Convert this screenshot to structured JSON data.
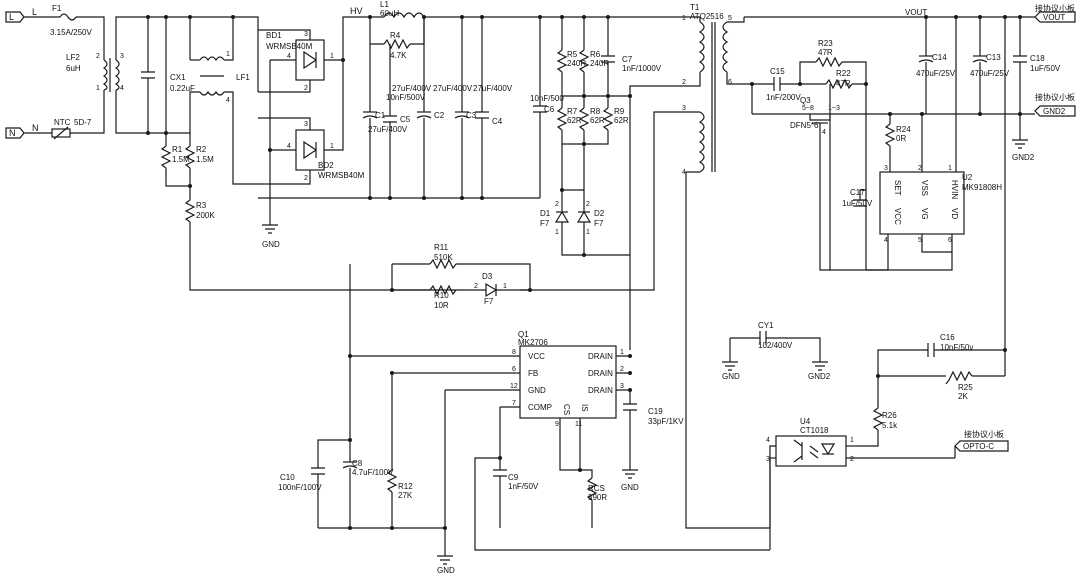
{
  "ports": {
    "l": "L",
    "n": "N",
    "vout": "VOUT",
    "gnd2": "GND2",
    "opto": "OPTO-C",
    "sub_board": "接协议小板"
  },
  "nets": {
    "L": "L",
    "N": "N",
    "HV": "HV",
    "VOUT": "VOUT",
    "GND": "GND",
    "GND2": "GND2"
  },
  "comp": {
    "F1": {
      "ref": "F1",
      "val": "3.15A/250V"
    },
    "LF2": {
      "ref": "LF2",
      "val": "6uH"
    },
    "NTC": {
      "ref": "NTC",
      "val": "5D-7"
    },
    "CX1": {
      "ref": "CX1",
      "val": "0.22uF"
    },
    "LF1": {
      "ref": "LF1"
    },
    "R1": {
      "ref": "R1",
      "val": "1.5M"
    },
    "R2": {
      "ref": "R2",
      "val": "1.5M"
    },
    "R3": {
      "ref": "R3",
      "val": "200K"
    },
    "BD1": {
      "ref": "BD1",
      "val": "WRMSB40M"
    },
    "BD2": {
      "ref": "BD2",
      "val": "WRMSB40M"
    },
    "L1": {
      "ref": "L1",
      "val": "60uH"
    },
    "R4": {
      "ref": "R4",
      "val": "4.7K"
    },
    "C1": {
      "ref": "C1",
      "val": "27uF/400V"
    },
    "C5": {
      "ref": "C5",
      "val": "10nF/500V"
    },
    "C5b": {
      "val": "27uF/400V"
    },
    "C2": {
      "ref": "C2",
      "val": "27uF/400V"
    },
    "C3": {
      "ref": "C3"
    },
    "C4": {
      "ref": "C4",
      "val": "27uF/400V"
    },
    "C6": {
      "ref": "C6",
      "val": "10nF/500"
    },
    "R5": {
      "ref": "R5",
      "val": "240R"
    },
    "R6": {
      "ref": "R6",
      "val": "240R"
    },
    "C7": {
      "ref": "C7",
      "val": "1nF/1000V"
    },
    "R7": {
      "ref": "R7",
      "val": "62R"
    },
    "R8": {
      "ref": "R8",
      "val": "62R"
    },
    "R9": {
      "ref": "R9",
      "val": "62R"
    },
    "D1": {
      "ref": "D1",
      "val": "F7"
    },
    "D2": {
      "ref": "D2",
      "val": "F7"
    },
    "T1": {
      "ref": "T1",
      "val": "ATQ2516"
    },
    "C15": {
      "ref": "C15",
      "val": "1nF/200V"
    },
    "R23": {
      "ref": "R23",
      "val": "47R"
    },
    "R22": {
      "ref": "R22",
      "val": "47R"
    },
    "Q3": {
      "ref": "Q3",
      "val": "DFN5*6"
    },
    "R24": {
      "ref": "R24",
      "val": "0R"
    },
    "C17": {
      "ref": "C17",
      "val": "1uF/50V"
    },
    "U2": {
      "ref": "U2",
      "val": "MK91808H"
    },
    "C14": {
      "ref": "C14",
      "val": "470uF/25V"
    },
    "C13": {
      "ref": "C13",
      "val": "470uF/25V"
    },
    "C18": {
      "ref": "C18",
      "val": "1uF/50V"
    },
    "R11": {
      "ref": "R11",
      "val": "510K"
    },
    "R10": {
      "ref": "R10",
      "val": "10R"
    },
    "D3": {
      "ref": "D3",
      "val": "F7"
    },
    "Q1": {
      "ref": "Q1",
      "val": "MK2706"
    },
    "C19": {
      "ref": "C19",
      "val": "33pF/1KV"
    },
    "C10": {
      "ref": "C10",
      "val": "100nF/100V"
    },
    "C8": {
      "ref": "C8",
      "val": "4.7uF/100V"
    },
    "R12": {
      "ref": "R12",
      "val": "27K"
    },
    "C9": {
      "ref": "C9",
      "val": "1nF/50V"
    },
    "RCS": {
      "ref": "RCS",
      "val": "390R"
    },
    "CY1": {
      "ref": "CY1",
      "val": "102/400V"
    },
    "C16": {
      "ref": "C16",
      "val": "10nF/50v"
    },
    "R25": {
      "ref": "R25",
      "val": "2K"
    },
    "R26": {
      "ref": "R26",
      "val": "5.1k"
    },
    "U4": {
      "ref": "U4",
      "val": "CT1018"
    }
  },
  "q1_pins": {
    "vcc": "VCC",
    "fb": "FB",
    "gnd": "GND",
    "comp": "COMP",
    "cs": "CS",
    "is": "IS",
    "drain": "DRAIN",
    "n8": "8",
    "n6": "6",
    "n12": "12",
    "n7": "7",
    "n9": "9",
    "n11": "11",
    "n1": "1",
    "n2": "2",
    "n3": "3"
  },
  "u2_pins": {
    "set": "SET",
    "vss": "VSS",
    "hvin": "HVIN",
    "vcc": "VCC",
    "vg": "VG",
    "vd": "VD",
    "n3": "3",
    "n2": "2",
    "n1": "1",
    "n4": "4",
    "n5": "5",
    "n6": "6"
  },
  "t1_pins": {
    "p1": "1",
    "p2": "2",
    "p3": "3",
    "p4": "4",
    "p5": "5",
    "p6": "6"
  },
  "misc_pins": {
    "bd_1": "1",
    "bd_2": "2",
    "bd_3": "3",
    "bd_4": "4",
    "lf_1": "1",
    "lf_2": "2",
    "lf_3": "3",
    "lf_4": "4",
    "d_1": "1",
    "d_2": "2",
    "u4_1": "1",
    "u4_2": "2",
    "u4_3": "3",
    "u4_4": "4",
    "q3_g": "4",
    "q3_d": "5~8",
    "q3_s": "1~3"
  }
}
